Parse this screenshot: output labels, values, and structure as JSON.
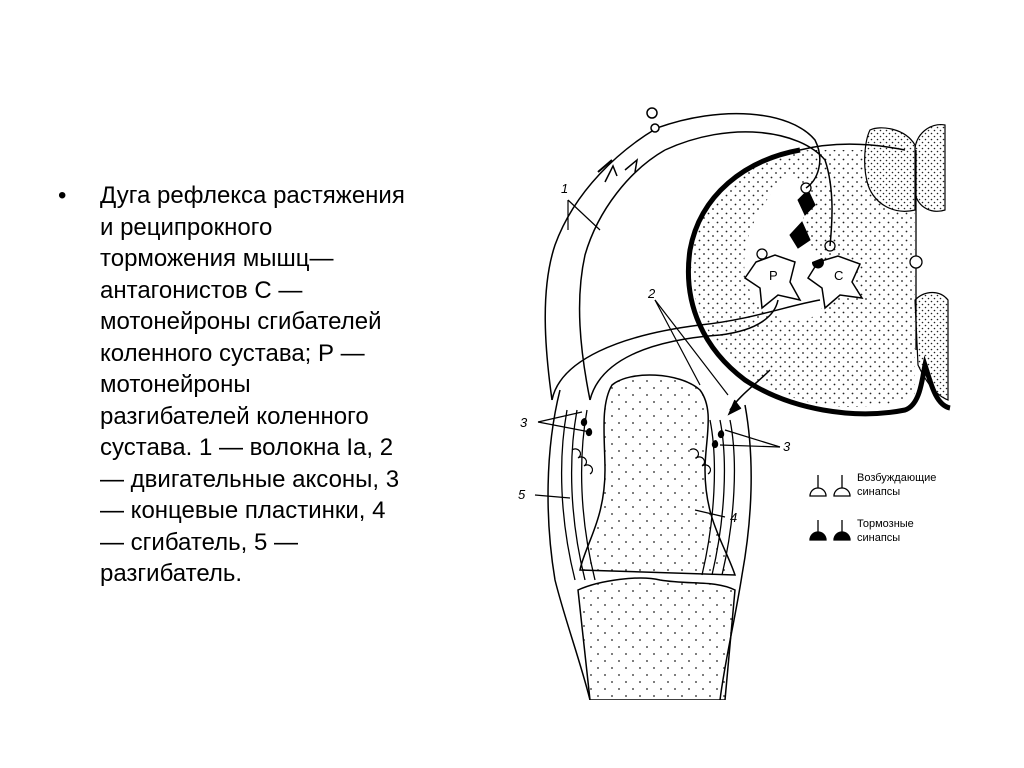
{
  "bullet": {
    "lines": [
      "Дуга рефлекса растяжения",
      "и реципрокного",
      "торможения мышц—",
      "антагонистов С —",
      "мотонейроны сгибателей",
      "коленного сустава; Р —",
      "мотонейроны",
      "разгибателей коленного",
      "сустава. 1 — волокна Ia, 2",
      "— двигательные аксоны, 3",
      "— концевые пластинки, 4",
      "— сгибатель, 5 —",
      "разгибатель."
    ]
  },
  "diagram": {
    "label_1": "1",
    "label_2": "2",
    "label_3_left": "3",
    "label_3_right": "3",
    "label_4": "4",
    "label_5": "5",
    "neuron_p": "P",
    "neuron_c": "C",
    "legend": {
      "excitatory_line1": "Возбуждающие",
      "excitatory_line2": "синапсы",
      "inhibitory_line1": "Тормозные",
      "inhibitory_line2": "синапсы"
    }
  }
}
